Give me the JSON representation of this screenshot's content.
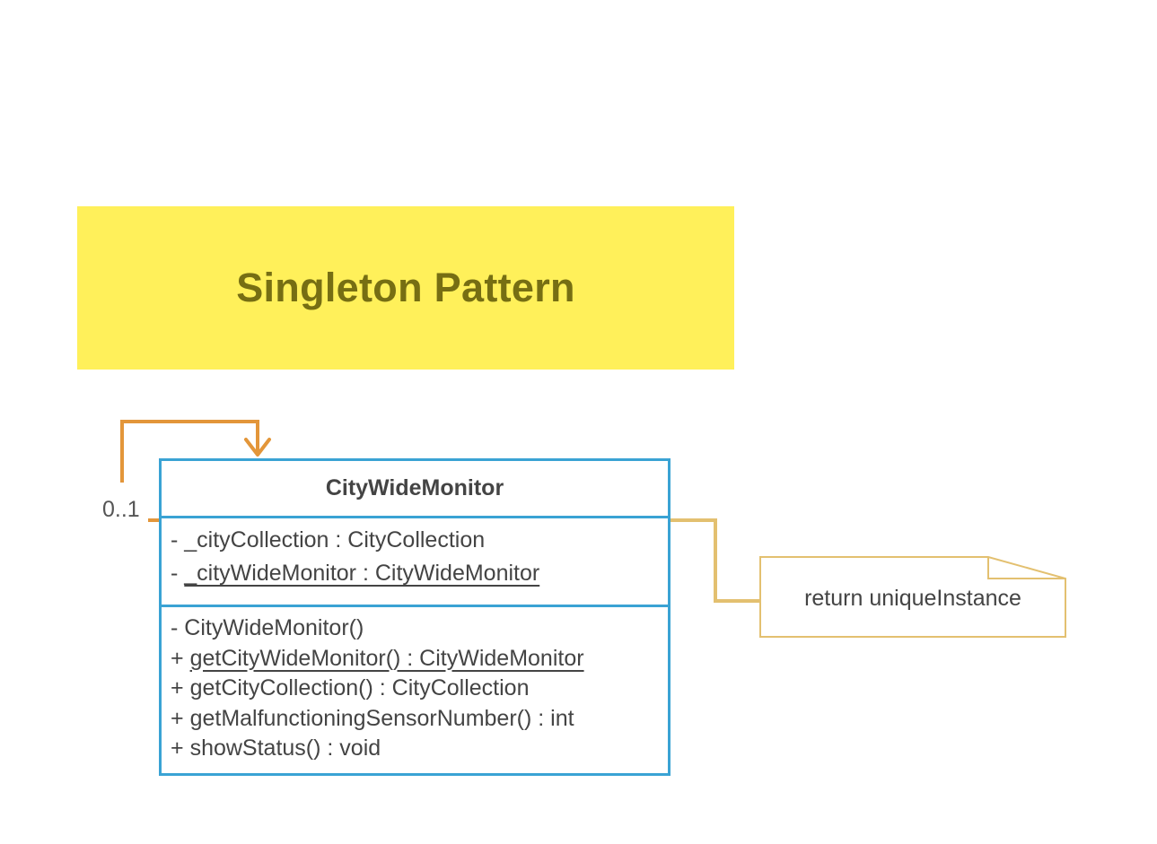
{
  "title": "Singleton Pattern",
  "colors": {
    "banner_fill": "#fff05a",
    "banner_text": "#766e13",
    "class_border": "#3aa3d4",
    "association_line": "#e3963a",
    "note_border": "#e3c070"
  },
  "association": {
    "multiplicity": "0..1",
    "kind": "self-association",
    "arrow": "open-arrowhead"
  },
  "class": {
    "name": "CityWideMonitor",
    "attributes": [
      {
        "visibility": "-",
        "text": "_cityCollection : CityCollection",
        "static": false
      },
      {
        "visibility": "-",
        "text": "_cityWideMonitor : CityWideMonitor",
        "static": true
      }
    ],
    "operations": [
      {
        "visibility": "-",
        "text": "CityWideMonitor()",
        "static": false
      },
      {
        "visibility": "+",
        "text": "getCityWideMonitor() : CityWideMonitor",
        "static": true
      },
      {
        "visibility": "+",
        "text": "getCityCollection() : CityCollection",
        "static": false
      },
      {
        "visibility": "+",
        "text": "getMalfunctioningSensorNumber() : int",
        "static": false
      },
      {
        "visibility": "+",
        "text": "showStatus() : void",
        "static": false
      }
    ]
  },
  "note": {
    "text": "return uniqueInstance"
  }
}
